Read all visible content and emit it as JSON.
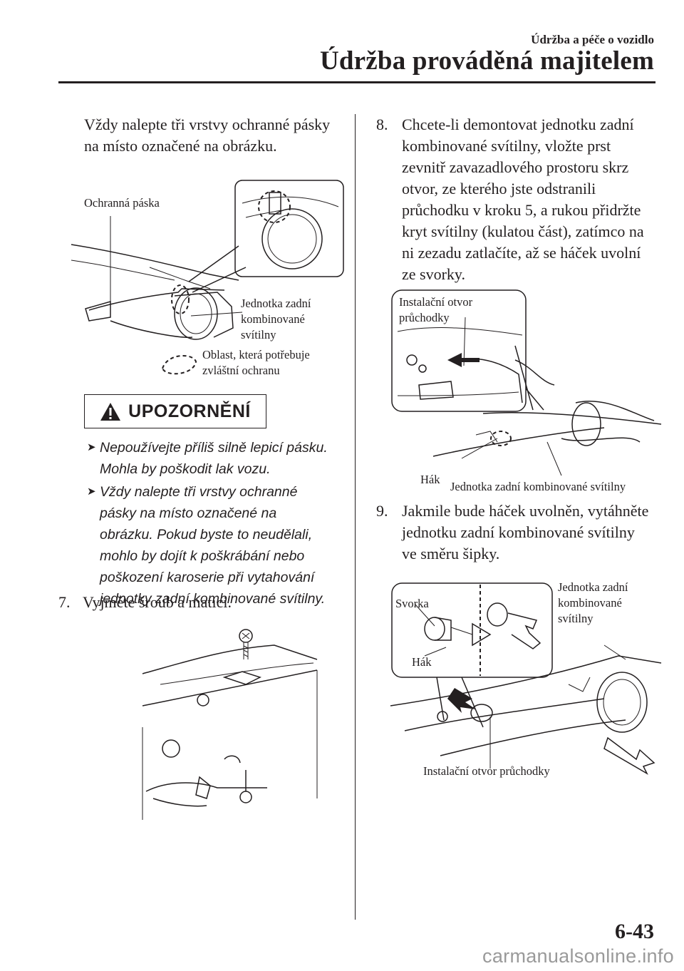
{
  "header": {
    "section": "Údržba a péče o vozidlo",
    "title": "Údržba prováděná majitelem"
  },
  "left": {
    "intro_line1": "Vždy nalepte tři vrstvy ochranné pásky",
    "intro_line2": "na místo označené na obrázku.",
    "fig1": {
      "label_tape": "Ochranná páska",
      "label_unit_1": "Jednotka zadní",
      "label_unit_2": "kombinované",
      "label_unit_3": "svítilny",
      "legend_1": "Oblast, která potřebuje",
      "legend_2": "zvláštní ochranu"
    },
    "warning": {
      "label": "UPOZORNĚNÍ",
      "items": [
        [
          "Nepoužívejte příliš silně lepicí pásku.",
          "Mohla by poškodit lak vozu."
        ],
        [
          "Vždy nalepte tři vrstvy ochranné",
          "pásky na místo označené na",
          "obrázku. Pokud byste to neudělali,",
          "mohlo by dojít k poškrábání nebo",
          "poškození karoserie při vytahování",
          "jednotky zadní kombinované svítilny."
        ]
      ]
    },
    "step7": {
      "num": "7.",
      "text": "Vyjměte šroub a matici."
    }
  },
  "right": {
    "step8": {
      "num": "8.",
      "lines": [
        "Chcete-li demontovat jednotku zadní",
        "kombinované svítilny, vložte prst",
        "zevnitř zavazadlového prostoru skrz",
        "otvor, ze kterého jste odstranili",
        "průchodku v kroku 5, a rukou přidržte",
        "kryt svítilny (kulatou část), zatímco na",
        "ni zezadu zatlačíte, až se háček uvolní",
        "ze svorky."
      ]
    },
    "fig2": {
      "label_hole_1": "Instalační otvor",
      "label_hole_2": "průchodky",
      "label_hook": "Hák",
      "label_unit": "Jednotka zadní kombinované svítilny"
    },
    "step9": {
      "num": "9.",
      "lines": [
        "Jakmile bude háček uvolněn, vytáhněte",
        "jednotku zadní kombinované svítilny",
        "ve směru šipky."
      ]
    },
    "fig3": {
      "label_clip": "Svorka",
      "label_hook": "Hák",
      "label_unit_1": "Jednotka zadní",
      "label_unit_2": "kombinované",
      "label_unit_3": "svítilny",
      "label_hole": "Instalační otvor průchodky"
    }
  },
  "footer": {
    "page": "6-43",
    "watermark": "carmanualsonline.info"
  }
}
